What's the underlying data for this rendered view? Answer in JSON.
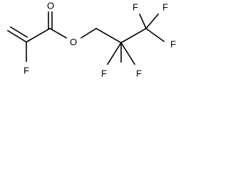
{
  "molecule": {
    "atoms": {
      "carbonyl_oxygen": "O",
      "ester_oxygen": "O",
      "alpha_fluorine": "F",
      "cf2_fluorine_1": "F",
      "cf2_fluorine_2": "F",
      "cf3_fluorine_1": "F",
      "cf3_fluorine_2": "F",
      "cf3_fluorine_3": "F"
    },
    "colors": {
      "bond": "#000000",
      "label": "#000000",
      "background": "#ffffff"
    }
  }
}
